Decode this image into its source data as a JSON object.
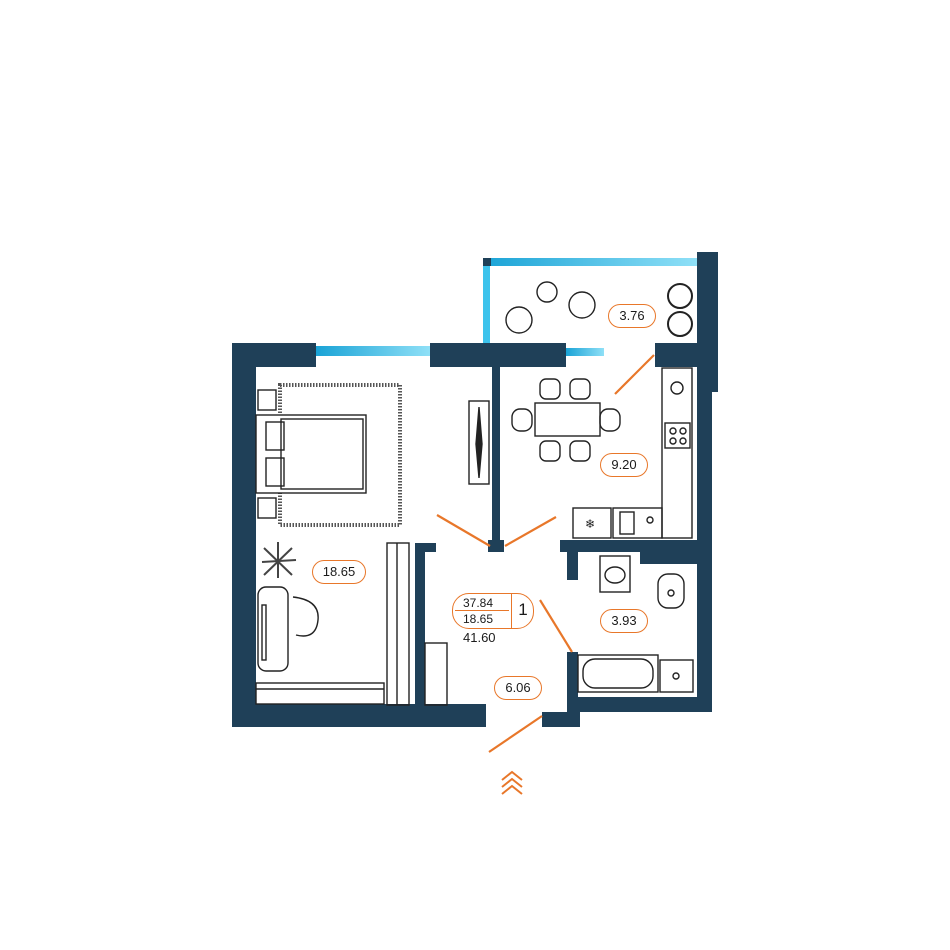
{
  "plan": {
    "rooms": [
      {
        "name": "balcony",
        "area": "3.76"
      },
      {
        "name": "kitchen",
        "area": "9.20"
      },
      {
        "name": "bedroom",
        "area": "18.65"
      },
      {
        "name": "bathroom",
        "area": "3.93"
      },
      {
        "name": "hallway",
        "area": "6.06"
      }
    ],
    "summary": {
      "living_area": "37.84",
      "room_area": "18.65",
      "rooms_count": "1",
      "total_area": "41.60"
    }
  },
  "colors": {
    "wall": "#1f4058",
    "accent": "#e8772a",
    "glass": "#3cc3ec"
  },
  "icons": [
    "entrance-chevrons-icon"
  ]
}
